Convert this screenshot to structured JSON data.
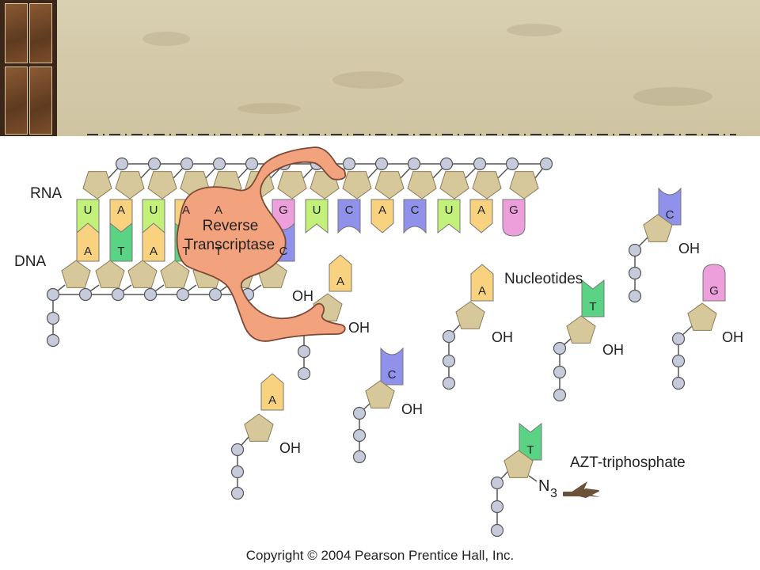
{
  "labels": {
    "rna": "RNA",
    "dna": "DNA",
    "enzyme_line1": "Reverse",
    "enzyme_line2": "Transcriptase",
    "nucleotides": "Nucleotides",
    "azt": "AZT-triphosphate",
    "oh": "OH",
    "n3_base": "N",
    "n3_sub": "3",
    "copyright": "Copyright © 2004 Pearson Prentice Hall, Inc."
  },
  "rna_strand": {
    "bases": [
      "U",
      "A",
      "U",
      "A",
      "A",
      "G",
      "U",
      "C",
      "A",
      "C",
      "U",
      "A",
      "G"
    ]
  },
  "dna_strand": {
    "bases": [
      "A",
      "T",
      "A",
      "T",
      "T",
      "C"
    ]
  },
  "free_nucleotides": [
    {
      "base": "A",
      "oh": "OH"
    },
    {
      "base": "C",
      "oh": "OH"
    },
    {
      "base": "A",
      "oh": "OH"
    },
    {
      "base": "A",
      "oh": "OH"
    },
    {
      "base": "T",
      "oh": "OH"
    },
    {
      "base": "C",
      "oh": "OH"
    },
    {
      "base": "G",
      "oh": "OH"
    }
  ],
  "azt_nucleotide": {
    "base": "T"
  },
  "colors": {
    "A": "#f9d27f",
    "U": "#c2f078",
    "T": "#5ad484",
    "G": "#ec9fdb",
    "C": "#8f91ea",
    "sugar": "#d7c89b",
    "phosphate": "#c6cbdc",
    "enzyme": "#f3a27e",
    "arrow": "#6b5238"
  }
}
